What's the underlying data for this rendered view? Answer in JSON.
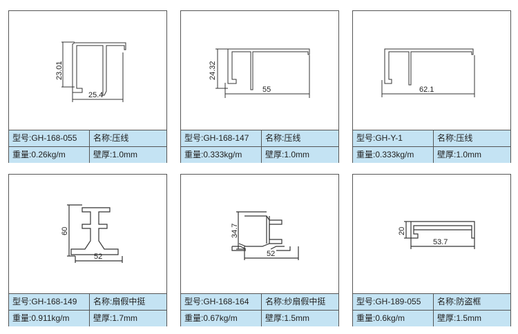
{
  "profiles": [
    {
      "model": "型号:GH-168-055",
      "name": "名称:压线",
      "weight": "重量:0.26kg/m",
      "thickness": "壁厚:1.0mm",
      "dim_h": "23.01",
      "dim_w": "25.4"
    },
    {
      "model": "型号:GH-168-147",
      "name": "名称:压线",
      "weight": "重量:0.333kg/m",
      "thickness": "壁厚:1.0mm",
      "dim_h": "24.32",
      "dim_w": "55"
    },
    {
      "model": "型号:GH-Y-1",
      "name": "名称:压线",
      "weight": "重量:0.333kg/m",
      "thickness": "壁厚:1.0mm",
      "dim_w": "62.1"
    },
    {
      "model": "型号:GH-168-149",
      "name": "名称:扇假中挺",
      "weight": "重量:0.911kg/m",
      "thickness": "壁厚:1.7mm",
      "dim_h": "60",
      "dim_w": "52"
    },
    {
      "model": "型号:GH-168-164",
      "name": "名称:纱扇假中挺",
      "weight": "重量:0.67kg/m",
      "thickness": "壁厚:1.5mm",
      "dim_h": "34.7",
      "dim_w": "52"
    },
    {
      "model": "型号:GH-189-055",
      "name": "名称:防盗框",
      "weight": "重量:0.6kg/m",
      "thickness": "壁厚:1.5mm",
      "dim_h": "20",
      "dim_w": "53.7"
    }
  ]
}
